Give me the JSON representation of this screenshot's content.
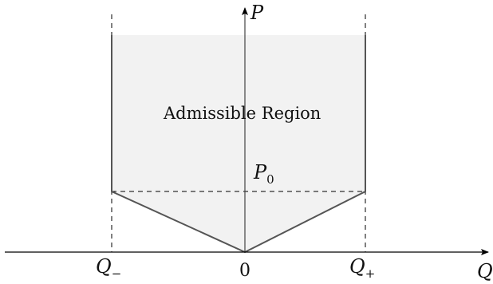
{
  "axes": {
    "x_label": "Q",
    "y_label": "P",
    "origin_label": "0"
  },
  "ticks": {
    "q_minus": {
      "base": "Q",
      "sub": "−"
    },
    "q_plus": {
      "base": "Q",
      "sub": "+"
    }
  },
  "annotations": {
    "p0": {
      "base": "P",
      "sub": "0"
    },
    "region": "Admissible Region"
  },
  "colors": {
    "region_fill": "#f2f2f2",
    "boundary": "#555555",
    "axis": "#000000",
    "dashed": "#000000"
  }
}
